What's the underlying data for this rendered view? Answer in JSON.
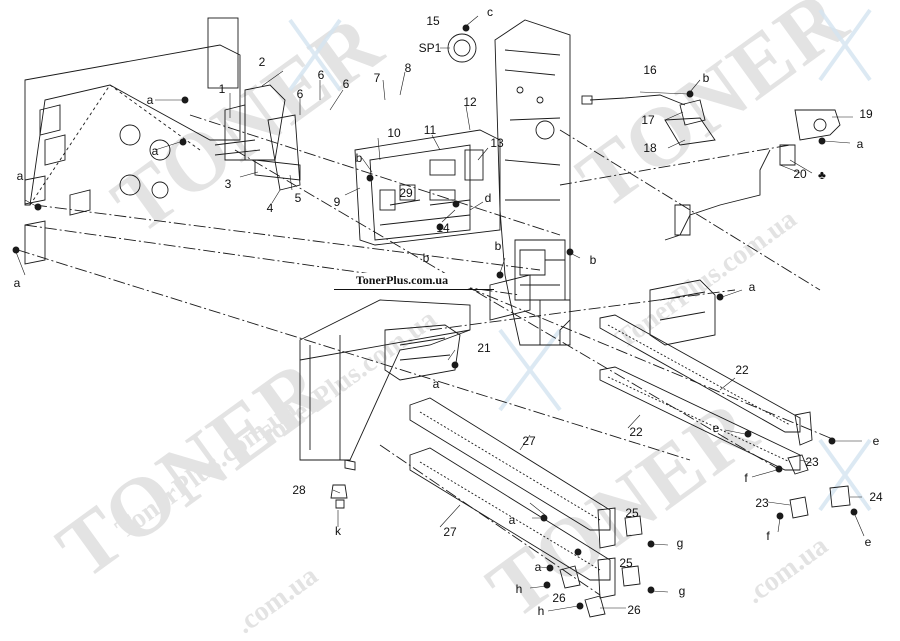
{
  "watermark": {
    "brand": "TONER",
    "site": "TonerPlus.com.ua",
    "domain_suffix": ".com.ua"
  },
  "site_label": "TonerPlus.com.ua",
  "callouts": [
    "1",
    "2",
    "3",
    "4",
    "5",
    "6",
    "6",
    "6",
    "7",
    "8",
    "9",
    "10",
    "11",
    "12",
    "13",
    "14",
    "15",
    "SP1",
    "c",
    "16",
    "b",
    "17",
    "18",
    "19",
    "a",
    "20",
    "a",
    "a",
    "a",
    "a",
    "b",
    "b",
    "d",
    "29",
    "b",
    "b",
    "a",
    "21",
    "a",
    "22",
    "22",
    "e",
    "e",
    "23",
    "f",
    "23",
    "24",
    "f",
    "e",
    "27",
    "27",
    "28",
    "k",
    "a",
    "a",
    "h",
    "h",
    "25",
    "g",
    "25",
    "g",
    "26",
    "26"
  ],
  "colors": {
    "line": "#1a1a1a",
    "watermark": "#e3e3e3",
    "accent_x": "#cfe0ef"
  }
}
